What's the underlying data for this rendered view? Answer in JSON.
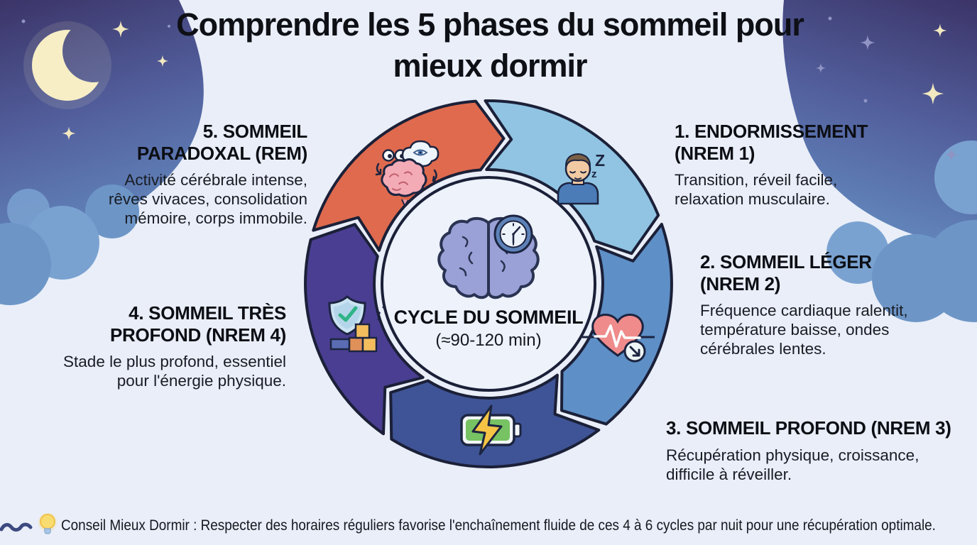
{
  "header": {
    "title": "Comprendre les 5 phases du sommeil pour mieux dormir"
  },
  "center": {
    "title": "CYCLE DU SOMMEIL",
    "subtitle": "(≈90-120 min)",
    "icon": "brain-clock-icon"
  },
  "phases": [
    {
      "number": 1,
      "title": "1. ENDORMISSEMENT (NREM 1)",
      "description": "Transition, réveil facile, relaxation musculaire.",
      "color": "#90c4e2",
      "icon": "sleeping-person-icon"
    },
    {
      "number": 2,
      "title": "2. SOMMEIL LÉGER (NREM 2)",
      "description": "Fréquence cardiaque ralentit, température baisse, ondes cérébrales lentes.",
      "color": "#5e8fc7",
      "icon": "slowing-heart-rate-icon"
    },
    {
      "number": 3,
      "title": "3. SOMMEIL PROFOND (NREM 3)",
      "description": "Récupération physique, croissance, difficile à réveiller.",
      "color": "#3f5496",
      "icon": "battery-charging-icon"
    },
    {
      "number": 4,
      "title": "4. SOMMEIL TRÈS PROFOND (NREM 4)",
      "description": "Stade le plus profond, essentiel pour l'énergie physique.",
      "color": "#4a3e92",
      "icon": "shield-check-blocks-icon"
    },
    {
      "number": 5,
      "title": "5. SOMMEIL PARADOXAL (REM)",
      "description": "Activité cérébrale intense, rêves vivaces, consolidation mémoire, corps immobile.",
      "color": "#df6a4e",
      "icon": "dreaming-brain-icon"
    }
  ],
  "footer": {
    "tip": "Conseil Mieux Dormir : Respecter des horaires réguliers favorise l'enchaînement fluide de ces 4 à 6 cycles par nuit pour une récupération optimale."
  },
  "colors": {
    "background_light": "#e9eef8",
    "sky_top": "#3b3468",
    "sky_mid": "#53619f",
    "sky_bottom": "#6286bb",
    "cloud": "#6d96c7",
    "cloud_light": "#7aa2d1",
    "moon": "#f7eec6",
    "star_bright": "#f2e9c0",
    "star_faded": "#8f94c4",
    "outline": "#1b2038",
    "disc_fill": "#edf2fb",
    "title_text": "#0e1016",
    "body_text": "#191c24",
    "footer_squiggle": "#3d4a80"
  }
}
